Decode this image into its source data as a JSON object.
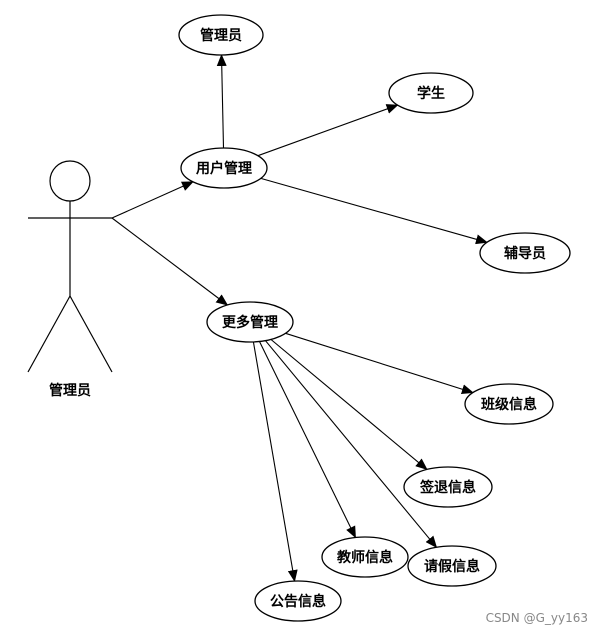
{
  "actor": {
    "label": "管理员"
  },
  "nodes": [
    {
      "id": "admin",
      "label": "管理员"
    },
    {
      "id": "user_mgmt",
      "label": "用户管理"
    },
    {
      "id": "student",
      "label": "学生"
    },
    {
      "id": "counselor",
      "label": "辅导员"
    },
    {
      "id": "more_mgmt",
      "label": "更多管理"
    },
    {
      "id": "class_info",
      "label": "班级信息"
    },
    {
      "id": "signout_info",
      "label": "签退信息"
    },
    {
      "id": "teacher_info",
      "label": "教师信息"
    },
    {
      "id": "leave_info",
      "label": "请假信息"
    },
    {
      "id": "notice_info",
      "label": "公告信息"
    }
  ],
  "edges": [
    {
      "from": "actor",
      "to": "user_mgmt"
    },
    {
      "from": "actor",
      "to": "more_mgmt"
    },
    {
      "from": "user_mgmt",
      "to": "admin"
    },
    {
      "from": "user_mgmt",
      "to": "student"
    },
    {
      "from": "user_mgmt",
      "to": "counselor"
    },
    {
      "from": "more_mgmt",
      "to": "class_info"
    },
    {
      "from": "more_mgmt",
      "to": "signout_info"
    },
    {
      "from": "more_mgmt",
      "to": "teacher_info"
    },
    {
      "from": "more_mgmt",
      "to": "leave_info"
    },
    {
      "from": "more_mgmt",
      "to": "notice_info"
    }
  ],
  "watermark": "CSDN @G_yy163"
}
